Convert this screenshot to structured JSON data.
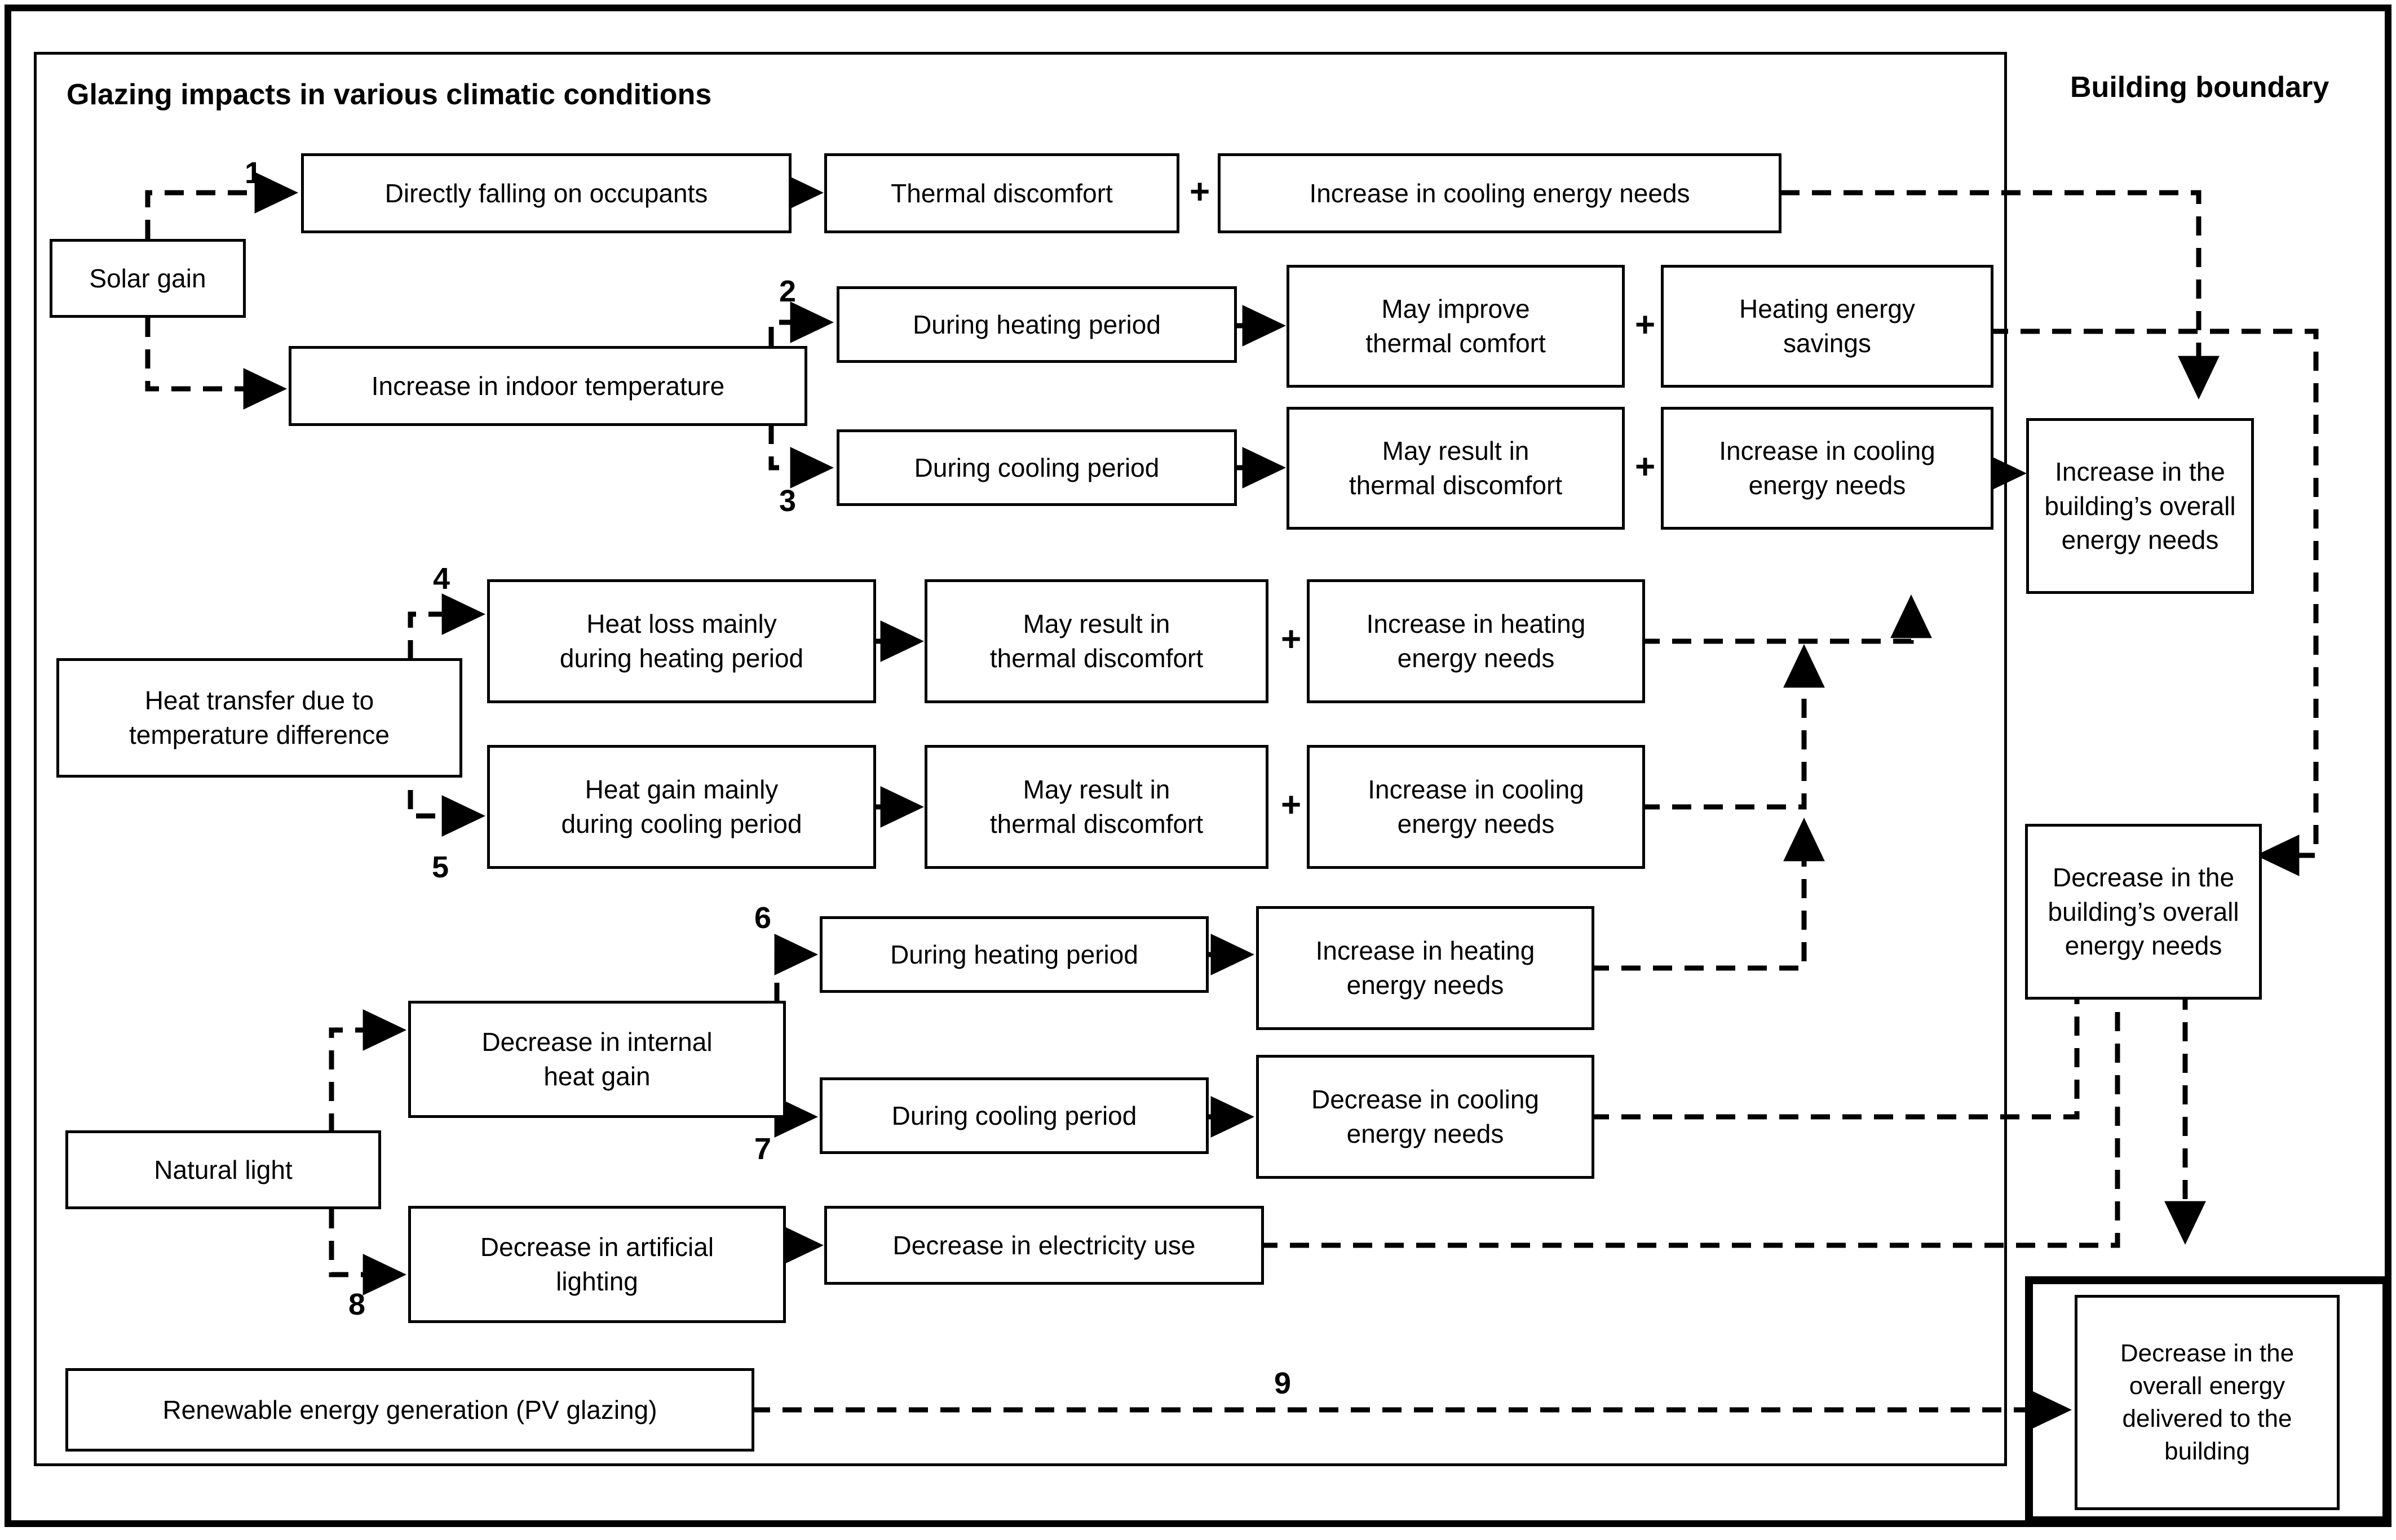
{
  "diagram": {
    "title": "Glazing impacts in various climatic conditions",
    "boundary_label": "Building boundary"
  },
  "nodes": {
    "solar_gain": "Solar gain",
    "directly_falling": "Directly falling on occupants",
    "thermal_discomfort_1": "Thermal discomfort",
    "increase_cooling_1": "Increase in cooling energy needs",
    "increase_indoor_temp": "Increase in indoor temperature",
    "during_heating_2": "During heating period",
    "may_improve_comfort": "May improve thermal comfort",
    "heating_savings": "Heating energy savings",
    "during_cooling_3": "During cooling period",
    "may_result_discomfort_3": "May result in thermal discomfort",
    "increase_cooling_3": "Increase in cooling energy needs",
    "heat_transfer": "Heat transfer due to temperature difference",
    "heat_loss_heating": "Heat loss mainly during heating period",
    "may_result_discomfort_4": "May result in thermal discomfort",
    "increase_heating_4": "Increase in heating energy needs",
    "heat_gain_cooling": "Heat gain mainly during cooling period",
    "may_result_discomfort_5": "May result in thermal discomfort",
    "increase_cooling_5": "Increase in cooling energy needs",
    "natural_light": "Natural light",
    "decrease_internal_gain": "Decrease in internal heat gain",
    "during_heating_6": "During heating period",
    "increase_heating_6": "Increase in heating energy needs",
    "during_cooling_7": "During cooling period",
    "decrease_cooling_7": "Decrease in cooling energy needs",
    "decrease_artificial_light": "Decrease in artificial lighting",
    "decrease_electricity": "Decrease in electricity use",
    "renewable_pv": "Renewable energy generation (PV glazing)",
    "increase_overall_needs": "Increase in the building’s overall energy needs",
    "decrease_overall_needs": "Decrease in the building’s overall energy needs",
    "decrease_delivered": "Decrease in the overall energy delivered to the building"
  },
  "node_lines": {
    "solar_gain": [
      "Solar gain"
    ],
    "directly_falling": [
      "Directly falling on occupants"
    ],
    "thermal_discomfort_1": [
      "Thermal discomfort"
    ],
    "increase_cooling_1": [
      "Increase in cooling energy needs"
    ],
    "increase_indoor_temp": [
      "Increase in indoor temperature"
    ],
    "during_heating_2": [
      "During heating period"
    ],
    "may_improve_comfort": [
      "May improve",
      "thermal comfort"
    ],
    "heating_savings": [
      "Heating energy",
      "savings"
    ],
    "during_cooling_3": [
      "During cooling period"
    ],
    "may_result_discomfort_3": [
      "May result in",
      "thermal discomfort"
    ],
    "increase_cooling_3": [
      "Increase in cooling",
      "energy needs"
    ],
    "heat_transfer": [
      "Heat transfer due to",
      "temperature difference"
    ],
    "heat_loss_heating": [
      "Heat loss mainly",
      "during heating period"
    ],
    "may_result_discomfort_4": [
      "May result in",
      "thermal discomfort"
    ],
    "increase_heating_4": [
      "Increase in heating",
      "energy needs"
    ],
    "heat_gain_cooling": [
      "Heat gain mainly",
      "during cooling period"
    ],
    "may_result_discomfort_5": [
      "May result in",
      "thermal discomfort"
    ],
    "increase_cooling_5": [
      "Increase in cooling",
      "energy needs"
    ],
    "natural_light": [
      "Natural light"
    ],
    "decrease_internal_gain": [
      "Decrease in internal",
      "heat gain"
    ],
    "during_heating_6": [
      "During heating period"
    ],
    "increase_heating_6": [
      "Increase in heating",
      "energy needs"
    ],
    "during_cooling_7": [
      "During cooling period"
    ],
    "decrease_cooling_7": [
      "Decrease in cooling",
      "energy needs"
    ],
    "decrease_artificial_light": [
      "Decrease in artificial",
      "lighting"
    ],
    "decrease_electricity": [
      "Decrease in electricity use"
    ],
    "renewable_pv": [
      "Renewable energy generation (PV glazing)"
    ],
    "increase_overall_needs": [
      "Increase in the",
      "building’s overall",
      "energy needs"
    ],
    "decrease_overall_needs": [
      "Decrease in the",
      "building’s overall",
      "energy needs"
    ],
    "decrease_delivered": [
      "Decrease in the",
      "overall energy",
      "delivered to the",
      "building"
    ]
  },
  "operators": {
    "plus_1": "+",
    "plus_2": "+",
    "plus_3": "+",
    "plus_4": "+",
    "plus_5": "+"
  },
  "path_numbers": {
    "n1": "1",
    "n2": "2",
    "n3": "3",
    "n4": "4",
    "n5": "5",
    "n6": "6",
    "n7": "7",
    "n8": "8",
    "n9": "9"
  },
  "colors": {
    "line": "#000000",
    "background": "#ffffff",
    "box_border": "#000000"
  }
}
